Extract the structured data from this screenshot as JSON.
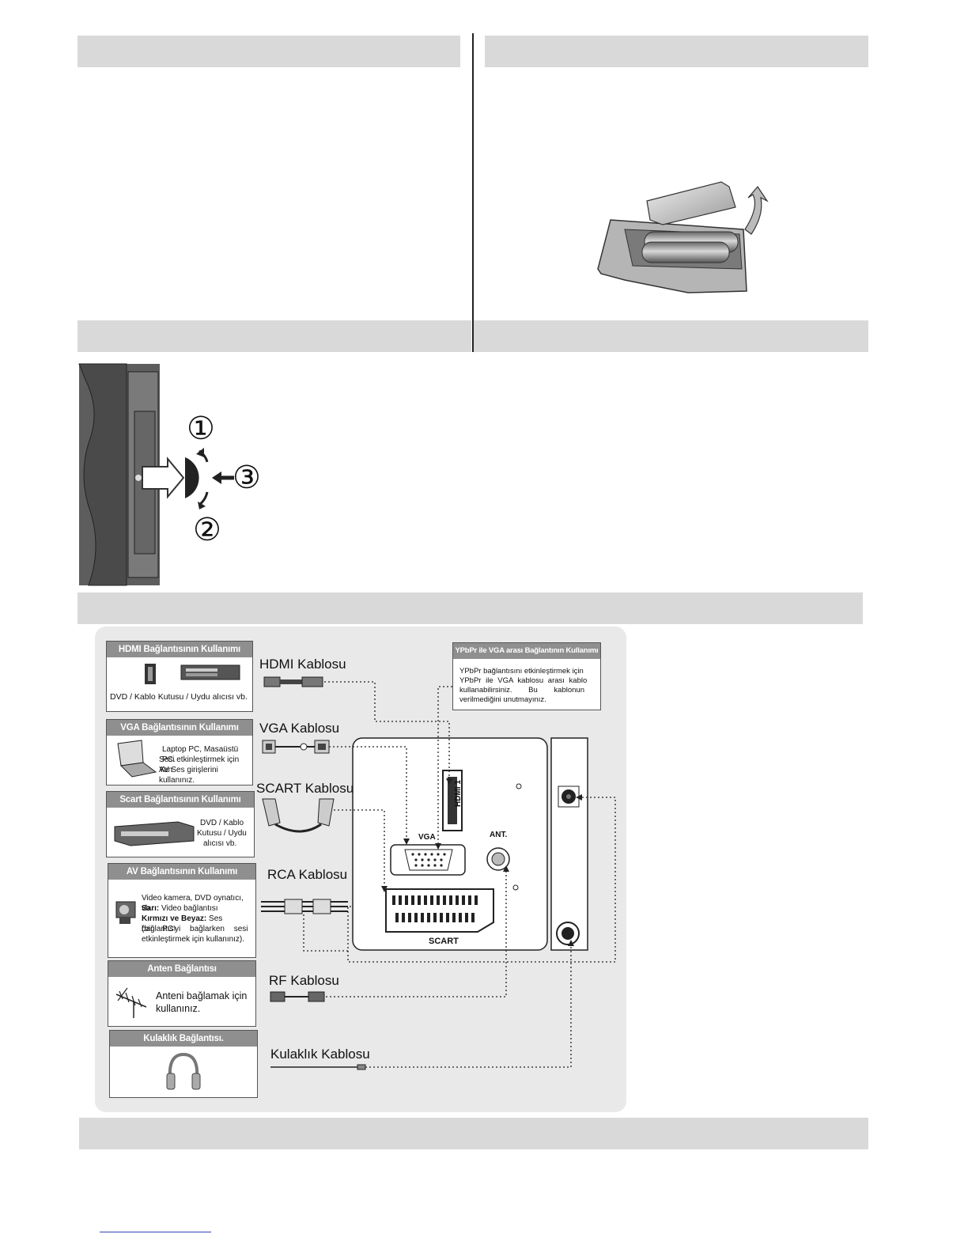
{
  "hdmi_box": {
    "title": "HDMI Bağlantısının Kullanımı",
    "text": "DVD / Kablo Kutusu / Uydu alıcısı vb."
  },
  "vga_box": {
    "title": "VGA Bağlantısının Kullanımı",
    "line1": "Laptop PC, Masaüstü PC.",
    "line2": "Sesi etkinleştirmek için Yan",
    "line3": "AV Ses girişlerini kullanınız."
  },
  "scart_box": {
    "title": "Scart Bağlantısının Kullanımı",
    "line1": "DVD / Kablo",
    "line2": "Kutusu / Uydu",
    "line3": "alıcısı vb."
  },
  "av_box": {
    "title": "AV Bağlantısının Kullanımı",
    "line1": "Video kamera, DVD oynatıcı, vb.",
    "line2_bold": "Sarı:",
    "line2_rest": " Video bağlantısı",
    "line3_bold": "Kırmızı ve Beyaz:",
    "line3_rest": " Ses bağlantısı",
    "line4": "(bir PC'yi bağlarken sesi",
    "line5": "etkinleştirmek için kullanınız)."
  },
  "antenna_box": {
    "title": "Anten Bağlantısı",
    "line1": "Anteni bağlamak için",
    "line2": "kullanınız."
  },
  "headphone_box": {
    "title": "Kulaklık Bağlantısı."
  },
  "ypbpr_box": {
    "title": "YPbPr ile VGA arası Bağlantının Kullanımı",
    "line1": "YPbPr bağlantısını etkinleştirmek için",
    "line2": "YPbPr ile VGA kablosu arası kablo",
    "line3": "kullanabilirsiniz. Bu kablonun",
    "line4": "verilmediğini unutmayınız."
  },
  "cables": {
    "hdmi": "HDMI Kablosu",
    "vga": "VGA Kablosu",
    "scart": "SCART Kablosu",
    "rca": "RCA Kablosu",
    "rf": "RF Kablosu",
    "headphone": "Kulaklık Kablosu"
  },
  "ports": {
    "hdmi1": "HDMI 1",
    "vga": "VGA",
    "ant": "ANT.",
    "scart": "SCART"
  },
  "callouts": {
    "one": "①",
    "two": "②",
    "three": "③"
  }
}
